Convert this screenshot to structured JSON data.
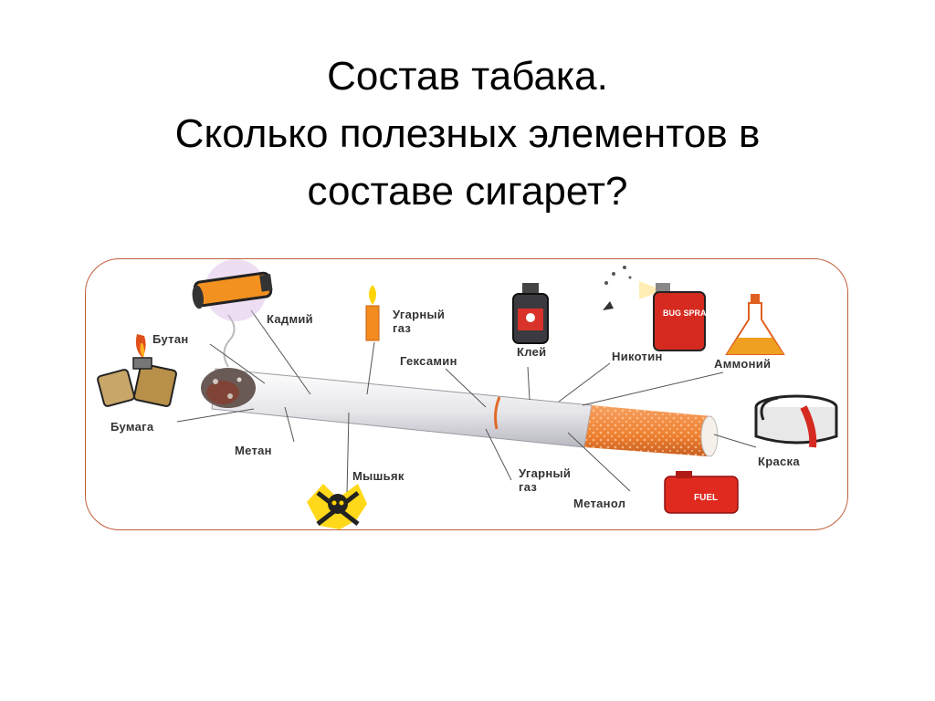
{
  "slide": {
    "title_line1": "Состав табака.",
    "title_line2": "Сколько полезных элементов в",
    "title_line3": "составе сигарет?"
  },
  "diagram": {
    "labels": {
      "butane": "Бутан",
      "cadmium": "Кадмий",
      "carbon_monoxide_top_1": "Угарный",
      "carbon_monoxide_top_2": "газ",
      "glue": "Клей",
      "hexamine": "Гексамин",
      "nicotine": "Никотин",
      "ammonia": "Аммоний",
      "paper": "Бумага",
      "methane": "Метан",
      "arsenic": "Мышьяк",
      "carbon_monoxide_bottom_1": "Угарный",
      "carbon_monoxide_bottom_2": "газ",
      "methanol": "Метанол",
      "paint": "Краска"
    },
    "icon_text": {
      "spray_can": "BUG SPRAY",
      "fuel_can": "FUEL"
    },
    "colors": {
      "frame_border": "#c0603a",
      "filter": "#f0883c",
      "filter_band": "#e06a2a",
      "paper": "#e8e8ec",
      "ash": "#6a5a55"
    }
  }
}
